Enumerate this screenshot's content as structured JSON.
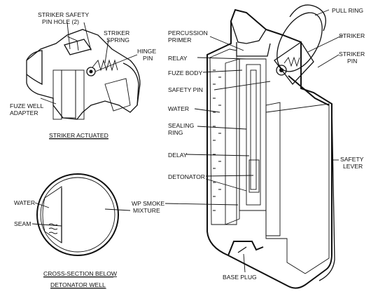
{
  "labels": {
    "striker_safety_pin_hole_1": "STRIKER SAFETY",
    "striker_safety_pin_hole_2": "PIN HOLE (2)",
    "striker_spring_1": "STRIKER",
    "striker_spring_2": "SPRING",
    "hinge_pin_1": "HINGE",
    "hinge_pin_2": "PIN",
    "fuze_well_adapter_1": "FUZE WELL",
    "fuze_well_adapter_2": "ADAPTER",
    "striker_actuated": "STRIKER ACTUATED",
    "percussion_primer_1": "PERCUSSION",
    "percussion_primer_2": "PRIMER",
    "relay": "RELAY",
    "fuze_body": "FUZE BODY",
    "safety_pin": "SAFETY PIN",
    "water": "WATER",
    "sealing_ring_1": "SEALING",
    "sealing_ring_2": "RING",
    "delay": "DELAY",
    "detonator": "DETONATOR",
    "pull_ring": "PULL RING",
    "striker": "STRIKER",
    "striker_pin_1": "STRIKER",
    "striker_pin_2": "PIN",
    "safety_lever_1": "SAFETY",
    "safety_lever_2": "LEVER",
    "base_plug": "BASE PLUG",
    "cs_water": "WATER",
    "cs_seam": "SEAM",
    "wp_smoke_1": "WP SMOKE",
    "wp_smoke_2": "MIXTURE",
    "cross_section_1": "CROSS-SECTION BELOW",
    "cross_section_2": "DETONATOR WELL"
  }
}
